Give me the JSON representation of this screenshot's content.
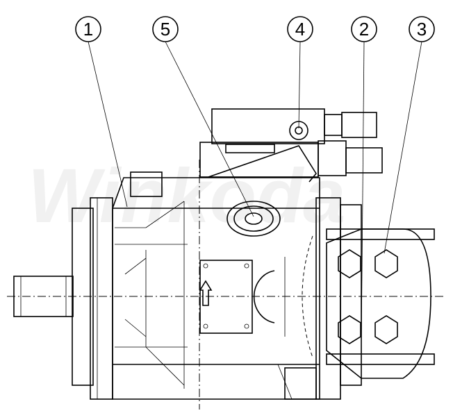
{
  "title": "Hydraulic pump assembly drawing",
  "watermark": "Winkoda",
  "callouts": [
    {
      "id": "1",
      "label": "1"
    },
    {
      "id": "5",
      "label": "5"
    },
    {
      "id": "4",
      "label": "4"
    },
    {
      "id": "2",
      "label": "2"
    },
    {
      "id": "3",
      "label": "3"
    }
  ]
}
